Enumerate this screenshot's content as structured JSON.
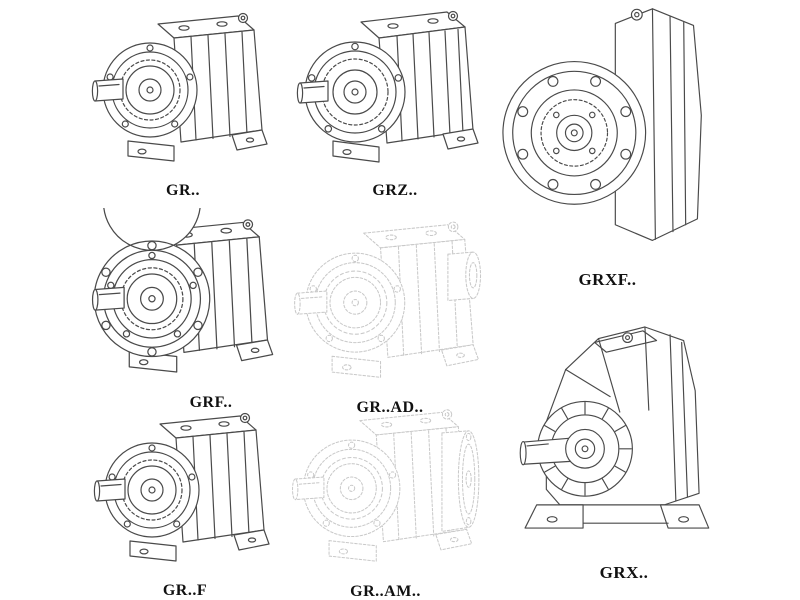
{
  "page": {
    "background_color": "#ffffff",
    "line_color": "#4a4a4a",
    "faint_line_color": "#c9c9c9",
    "label_color": "#111111"
  },
  "items": [
    {
      "id": "gr",
      "label": "GR..",
      "rendering": "solid"
    },
    {
      "id": "grz",
      "label": "GRZ..",
      "rendering": "solid"
    },
    {
      "id": "grxf",
      "label": "GRXF..",
      "rendering": "solid"
    },
    {
      "id": "grf",
      "label": "GRF..",
      "rendering": "solid"
    },
    {
      "id": "gr-ad",
      "label": "GR..AD..",
      "rendering": "faint"
    },
    {
      "id": "gr-f",
      "label": "GR..F",
      "rendering": "solid"
    },
    {
      "id": "gr-am",
      "label": "GR..AM..",
      "rendering": "faint"
    },
    {
      "id": "grx",
      "label": "GRX..",
      "rendering": "solid"
    }
  ]
}
